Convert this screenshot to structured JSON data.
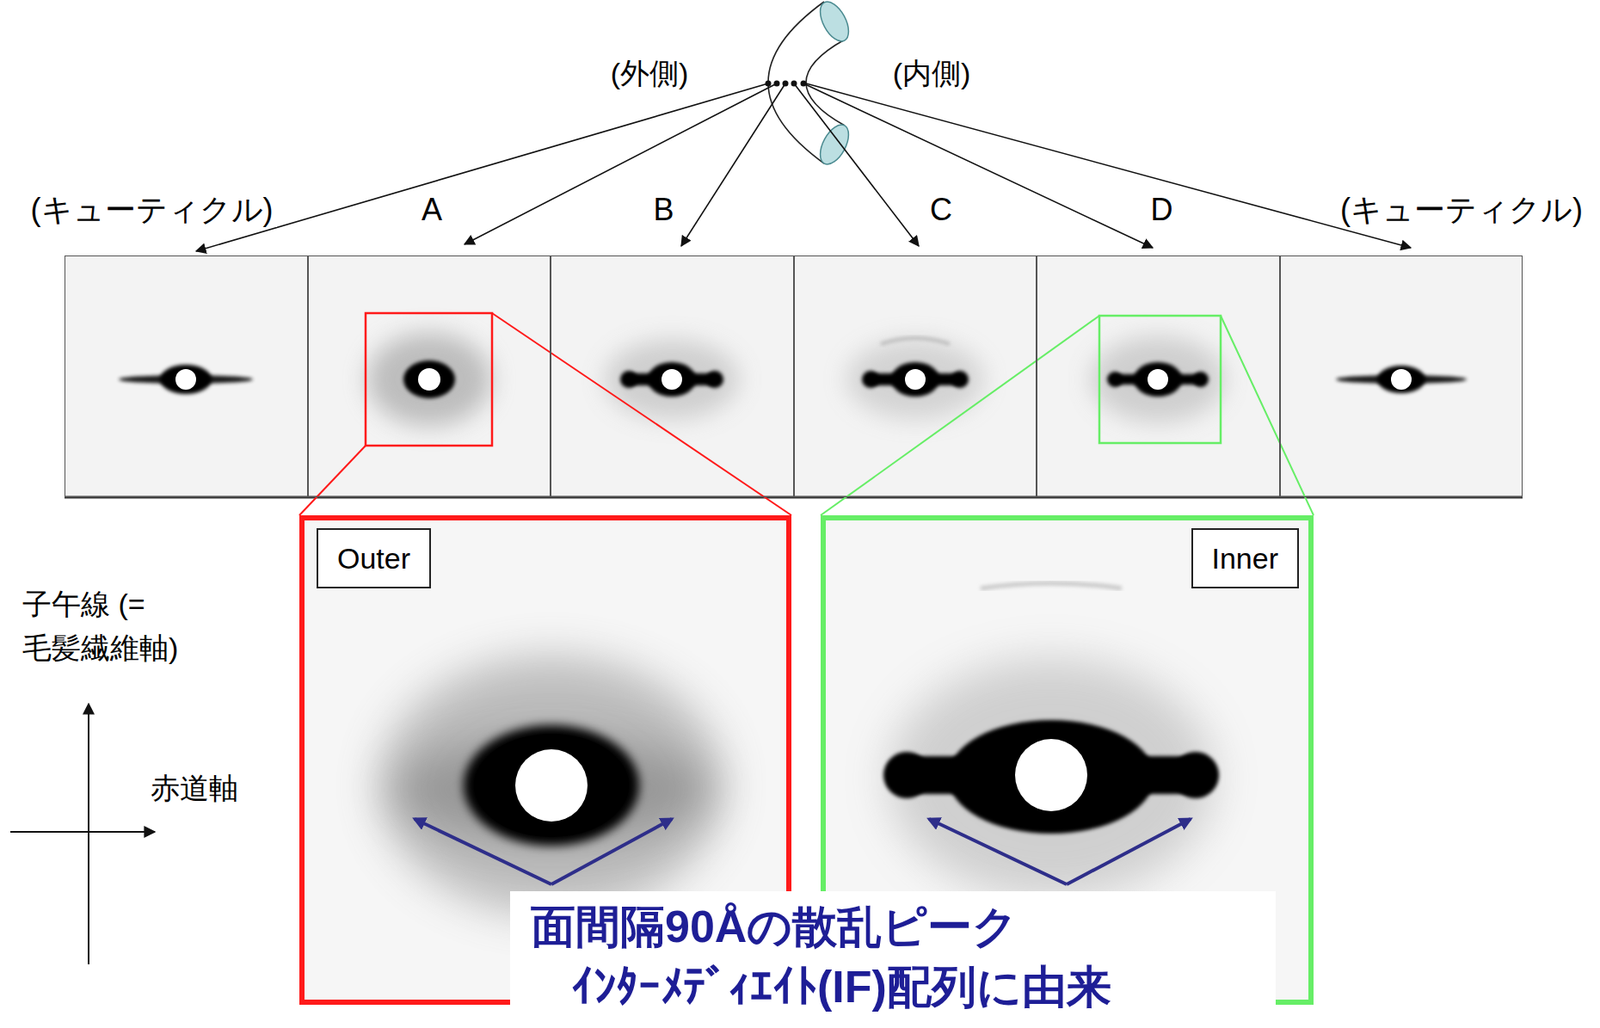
{
  "diagram": {
    "nodes": [
      {
        "text": [
          "(キューティクル)"
        ]
      },
      {
        "text": [
          "A"
        ]
      },
      {
        "text": [
          "B"
        ]
      },
      {
        "text": [
          "C"
        ]
      },
      {
        "text": [
          "D"
        ]
      },
      {
        "text": [
          "(キューティクル)"
        ]
      },
      {
        "text": [
          "Outer"
        ]
      },
      {
        "text": [
          "Inner"
        ]
      }
    ],
    "labels": [
      "(外側)",
      "(内側)",
      "子午線 (=毛髪繊維軸)",
      "赤道軸",
      "面間隔90Åの散乱ピーク ｲﾝﾀｰﾒﾃﾞｨｴｲﾄ(IF)配列に由来"
    ]
  }
}
